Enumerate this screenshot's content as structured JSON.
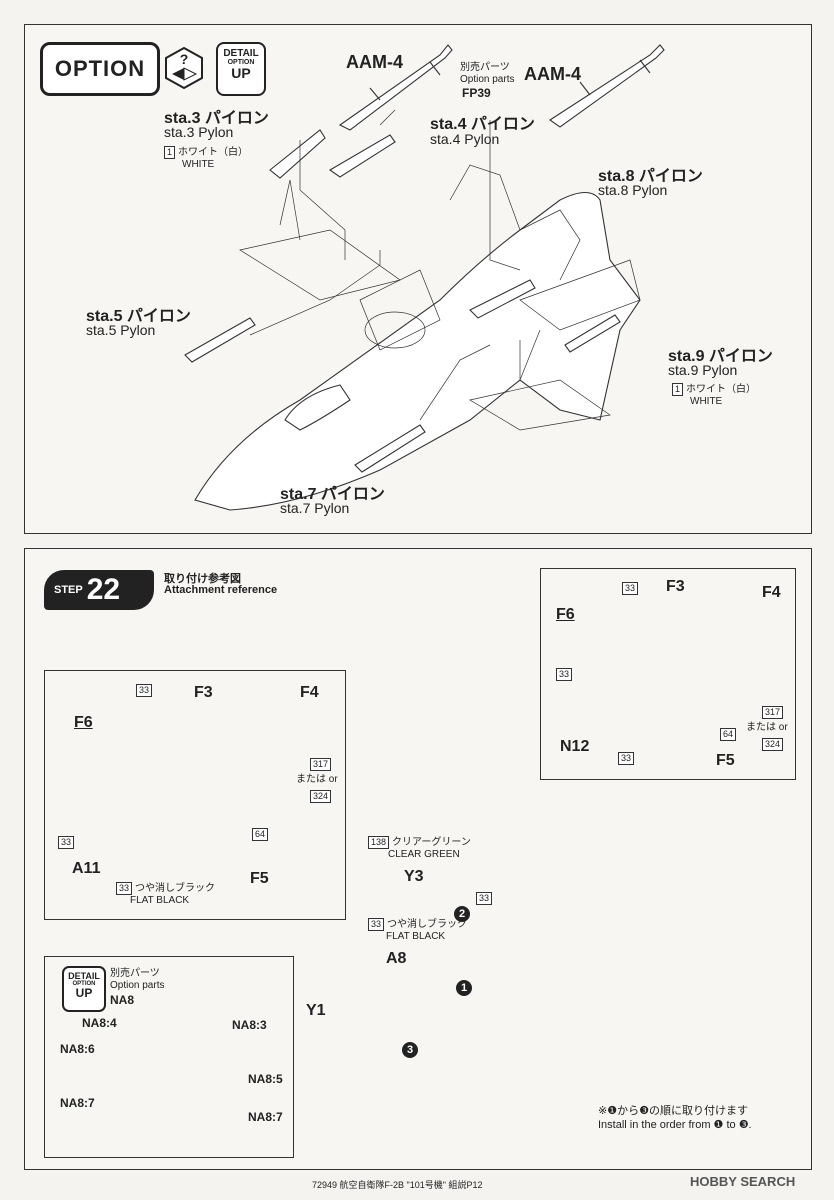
{
  "option_section": {
    "badge": "OPTION",
    "detail_badge": {
      "line1": "DETAIL",
      "line2": "OPTION",
      "line3": "UP"
    },
    "aam4_left": "AAM-4",
    "aam4_right": "AAM-4",
    "optional_parts": {
      "jp": "別売パーツ",
      "en": "Option parts",
      "code": "FP39"
    },
    "sta3": {
      "jp": "sta.3 パイロン",
      "en": "sta.3 Pylon",
      "color_num": "1",
      "color_jp": "ホワイト（白）",
      "color_en": "WHITE"
    },
    "sta4": {
      "jp": "sta.4 パイロン",
      "en": "sta.4 Pylon"
    },
    "sta8": {
      "jp": "sta.8 パイロン",
      "en": "sta.8 Pylon"
    },
    "sta5": {
      "jp": "sta.5 パイロン",
      "en": "sta.5 Pylon"
    },
    "sta9": {
      "jp": "sta.9 パイロン",
      "en": "sta.9 Pylon",
      "color_num": "1",
      "color_jp": "ホワイト（白）",
      "color_en": "WHITE"
    },
    "sta7": {
      "jp": "sta.7 パイロン",
      "en": "sta.7 Pylon"
    }
  },
  "step_section": {
    "step_label": "STEP",
    "step_number": "22",
    "reference_jp": "取り付け参考図",
    "reference_en": "Attachment reference",
    "left_seat": {
      "n33a": "33",
      "F3": "F3",
      "F4": "F4",
      "F6": "F6",
      "n317": "317",
      "or_text": "または or",
      "n324": "324",
      "n33b": "33",
      "n64": "64",
      "A11": "A11",
      "F5": "F5",
      "n33c": "33",
      "flat_black_jp": "つや消しブラック",
      "flat_black_en": "FLAT BLACK"
    },
    "right_seat": {
      "n33a": "33",
      "F3": "F3",
      "F4": "F4",
      "F6": "F6",
      "n33b": "33",
      "n317": "317",
      "or_text": "または or",
      "n324": "324",
      "n64": "64",
      "N12": "N12",
      "n33c": "33",
      "F5": "F5"
    },
    "canopy": {
      "n138": "138",
      "clear_green_jp": "クリアーグリーン",
      "clear_green_en": "CLEAR GREEN",
      "Y3": "Y3",
      "n33a": "33",
      "n33b": "33",
      "flat_black_jp": "つや消しブラック",
      "flat_black_en": "FLAT BLACK",
      "A8": "A8",
      "Y1": "Y1",
      "order1": "1",
      "order2": "2",
      "order3": "3"
    },
    "option_detail": {
      "badge": {
        "line1": "DETAIL",
        "line2": "OPTION",
        "line3": "UP"
      },
      "jp": "別売パーツ",
      "en": "Option parts",
      "code": "NA8",
      "labels": [
        "NA8:4",
        "NA8:3",
        "NA8:6",
        "NA8:5",
        "NA8:7",
        "NA8:7"
      ]
    },
    "note_jp": "※❶から❸の順に取り付けます",
    "note_en": "Install in the order from ❶ to ❸."
  },
  "footer": {
    "text": "72949 航空自衛隊F-2B \"101号機\" 組説P12",
    "watermark": "HOBBY SEARCH"
  }
}
